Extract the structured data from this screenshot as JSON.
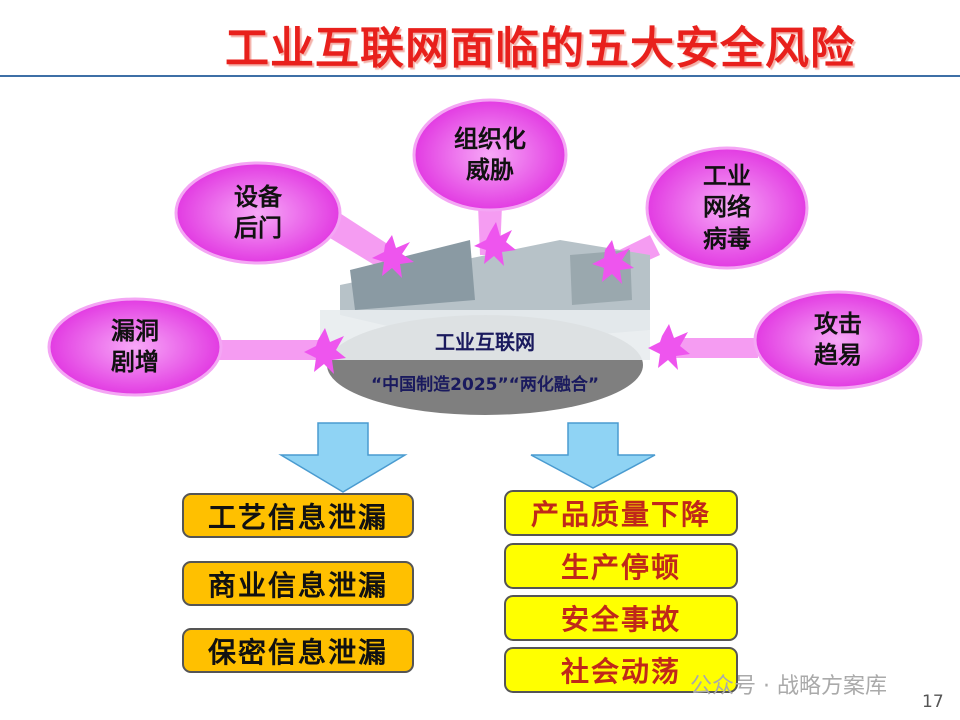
{
  "title": "工业互联网面临的五大安全风险",
  "risks": [
    {
      "line1": "设备",
      "line2": "后门"
    },
    {
      "line1": "组织化",
      "line2": "威胁"
    },
    {
      "line1": "工业",
      "line2": "网络",
      "line3": "病毒"
    },
    {
      "line1": "漏洞",
      "line2": "剧增"
    },
    {
      "line1": "攻击",
      "line2": "趋易"
    }
  ],
  "hub": {
    "title": "工业互联网",
    "slogan": "“中国制造2025”“两化融合”"
  },
  "left_outcomes": [
    "工艺信息泄漏",
    "商业信息泄漏",
    "保密信息泄漏"
  ],
  "right_outcomes": [
    "产品质量下降",
    "生产停顿",
    "安全事故",
    "社会动荡"
  ],
  "watermark": "公众号 · 战略方案库",
  "page_number": "17",
  "colors": {
    "title": "#e8201c",
    "bubble": "#ee66ee",
    "left_box": "#ffc000",
    "right_box": "#ffff00",
    "arrow": "#8fd3f4"
  }
}
